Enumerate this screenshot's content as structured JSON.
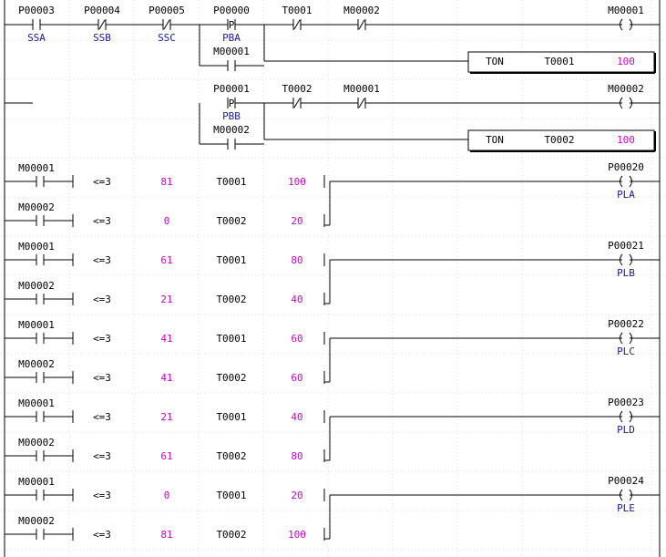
{
  "rung1": {
    "contacts": [
      {
        "device": "P00003",
        "comment": "SSA",
        "kind": "no"
      },
      {
        "device": "P00004",
        "comment": "SSB",
        "kind": "nc"
      },
      {
        "device": "P00005",
        "comment": "SSC",
        "kind": "nc"
      },
      {
        "device": "P00000",
        "comment": "PBA",
        "kind": "pulse"
      },
      {
        "device": "T0001",
        "comment": "",
        "kind": "nc"
      },
      {
        "device": "M00002",
        "comment": "",
        "kind": "nc"
      }
    ],
    "coil": {
      "device": "M00001"
    },
    "seal": {
      "device": "M00001"
    },
    "timer": {
      "type": "TON",
      "device": "T0001",
      "preset": "100"
    }
  },
  "rung2": {
    "contacts": [
      {
        "device": "P00001",
        "comment": "PBB",
        "kind": "pulse"
      },
      {
        "device": "T0002",
        "comment": "",
        "kind": "nc"
      },
      {
        "device": "M00001",
        "comment": "",
        "kind": "nc"
      }
    ],
    "coil": {
      "device": "M00002"
    },
    "seal": {
      "device": "M00002"
    },
    "timer": {
      "type": "TON",
      "device": "T0002",
      "preset": "100"
    }
  },
  "compare_rungs": [
    {
      "output": {
        "device": "P00020",
        "comment": "PLA"
      },
      "rows": [
        {
          "contact": "M00001",
          "op": "<=3",
          "low": "81",
          "timer": "T0001",
          "high": "100"
        },
        {
          "contact": "M00002",
          "op": "<=3",
          "low": "0",
          "timer": "T0002",
          "high": "20"
        }
      ]
    },
    {
      "output": {
        "device": "P00021",
        "comment": "PLB"
      },
      "rows": [
        {
          "contact": "M00001",
          "op": "<=3",
          "low": "61",
          "timer": "T0001",
          "high": "80"
        },
        {
          "contact": "M00002",
          "op": "<=3",
          "low": "21",
          "timer": "T0002",
          "high": "40"
        }
      ]
    },
    {
      "output": {
        "device": "P00022",
        "comment": "PLC"
      },
      "rows": [
        {
          "contact": "M00001",
          "op": "<=3",
          "low": "41",
          "timer": "T0001",
          "high": "60"
        },
        {
          "contact": "M00002",
          "op": "<=3",
          "low": "41",
          "timer": "T0002",
          "high": "60"
        }
      ]
    },
    {
      "output": {
        "device": "P00023",
        "comment": "PLD"
      },
      "rows": [
        {
          "contact": "M00001",
          "op": "<=3",
          "low": "21",
          "timer": "T0001",
          "high": "40"
        },
        {
          "contact": "M00002",
          "op": "<=3",
          "low": "61",
          "timer": "T0002",
          "high": "80"
        }
      ]
    },
    {
      "output": {
        "device": "P00024",
        "comment": "PLE"
      },
      "rows": [
        {
          "contact": "M00001",
          "op": "<=3",
          "low": "0",
          "timer": "T0001",
          "high": "20"
        },
        {
          "contact": "M00002",
          "op": "<=3",
          "low": "81",
          "timer": "T0002",
          "high": "100"
        }
      ]
    }
  ]
}
